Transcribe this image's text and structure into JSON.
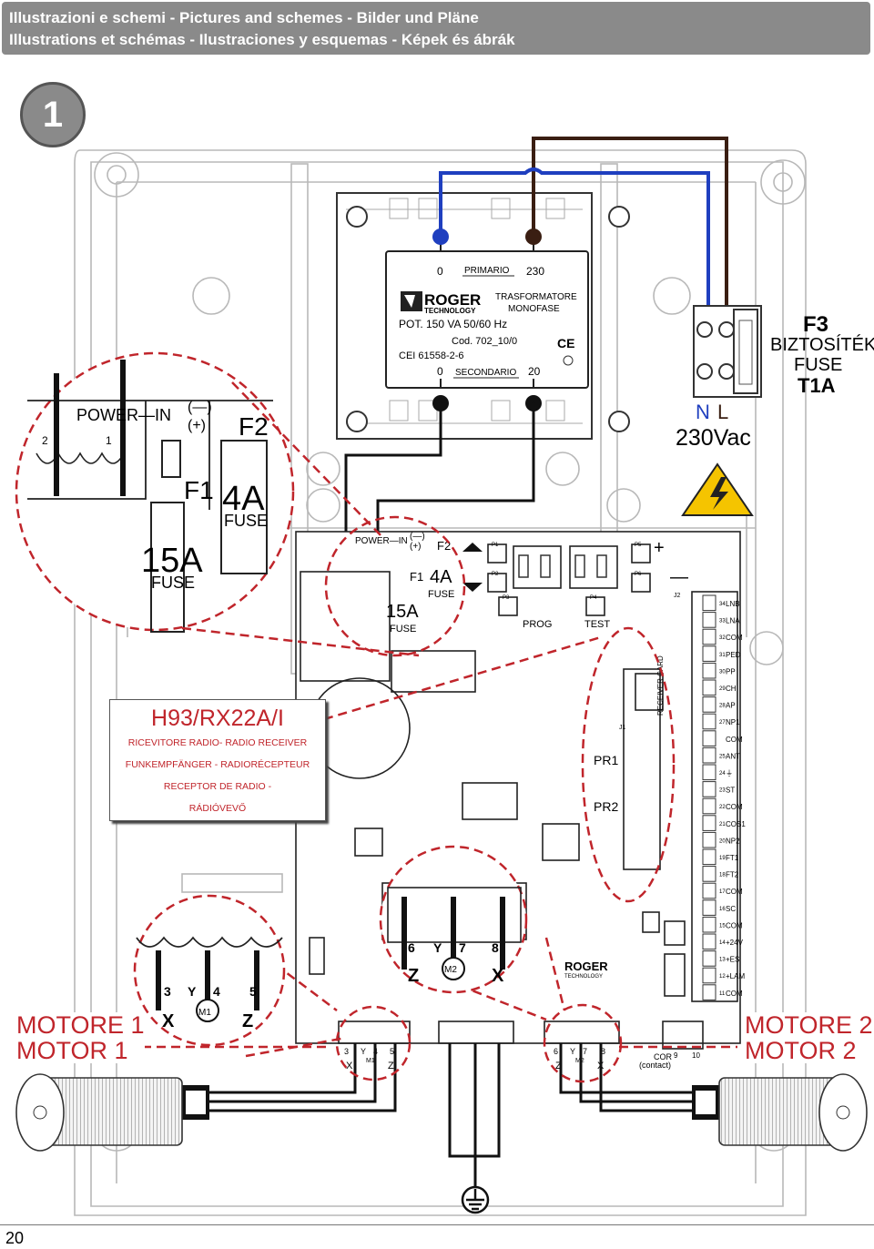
{
  "header": {
    "line1": "Illustrazioni e schemi -  Pictures and schemes - Bilder und Pläne",
    "line2": "Illustrations et schémas - Ilustraciones y esquemas - Képek és ábrák"
  },
  "step_number": "1",
  "transformer": {
    "primary_left": "0",
    "primary_label": "PRIMARIO",
    "primary_right": "230",
    "brand": "ROGER",
    "brand_sub": "TECHNOLOGY",
    "type_line1": "TRASFORMATORE",
    "type_line2": "MONOFASE",
    "power": "POT. 150 VA 50/60 Hz",
    "code": "Cod. 702_10/0",
    "standard": "CEI 61558-2-6",
    "ce": "CE",
    "secondary_left": "0",
    "secondary_label": "SECONDARIO",
    "secondary_right": "20"
  },
  "fuse3": {
    "name": "F3",
    "line1": "BIZTOSÍTÉK",
    "line2": "FUSE",
    "rating": "T1A"
  },
  "mains": {
    "n": "N",
    "l": "L",
    "voltage": "230Vac"
  },
  "zoom_power": {
    "title": "POWER—IN",
    "minus": "(—)",
    "plus": "(+)",
    "pin2": "2",
    "pin1": "1",
    "f2": "F2",
    "f1": "F1",
    "f2_rating": "4A",
    "fuse_word": "FUSE",
    "f1_rating": "15A"
  },
  "board": {
    "power_in": "POWER—IN",
    "minus": "(—)",
    "plus": "(+)",
    "f2": "F2",
    "f1": "F1",
    "f2_rating": "4A",
    "f1_rating": "15A",
    "fuse_word": "FUSE",
    "p1": "P1",
    "p2": "P2",
    "p3": "P3",
    "p4": "P4",
    "p5": "P5",
    "p6": "P6",
    "prog": "PROG",
    "test": "TEST",
    "j2": "J2",
    "j1": "J1",
    "receiver_card": "RECEIVER CARD",
    "pr1": "PR1",
    "pr2": "PR2",
    "brand": "ROGER",
    "brand_sub": "TECHNOLOGY",
    "plus_sign": "+",
    "minus_sign": "—",
    "cor": "COR",
    "contact": "(contact)",
    "t9": "9",
    "t10": "10",
    "m1_pins": [
      "3",
      "Y",
      "4",
      "5"
    ],
    "m1_code": "M1",
    "m1_x": "X",
    "m1_z": "Z",
    "m2_pins": [
      "6",
      "Y",
      "7",
      "8"
    ],
    "m2_code": "M2",
    "m2_z": "Z",
    "m2_x": "X"
  },
  "terminals": [
    {
      "num": "34",
      "label": "LNB"
    },
    {
      "num": "33",
      "label": "LNA"
    },
    {
      "num": "32",
      "label": "COM"
    },
    {
      "num": "31",
      "label": "PED"
    },
    {
      "num": "30",
      "label": "PP"
    },
    {
      "num": "29",
      "label": "CH"
    },
    {
      "num": "28",
      "label": "AP"
    },
    {
      "num": "27",
      "label": "NP1"
    },
    {
      "num": "",
      "label": "COM"
    },
    {
      "num": "25",
      "label": "ANT"
    },
    {
      "num": "24",
      "label": "⏚"
    },
    {
      "num": "23",
      "label": "ST"
    },
    {
      "num": "22",
      "label": "COM"
    },
    {
      "num": "21",
      "label": "COS1"
    },
    {
      "num": "20",
      "label": "NP2"
    },
    {
      "num": "19",
      "label": "FT1"
    },
    {
      "num": "18",
      "label": "FT2"
    },
    {
      "num": "17",
      "label": "COM"
    },
    {
      "num": "16",
      "label": "SC"
    },
    {
      "num": "15",
      "label": "COM"
    },
    {
      "num": "14",
      "label": "+24V"
    },
    {
      "num": "13",
      "label": "+ES"
    },
    {
      "num": "12",
      "label": "+LAM"
    },
    {
      "num": "11",
      "label": "COM"
    }
  ],
  "receiver": {
    "title": "H93/RX22A/I",
    "line1": "RICEVITORE RADIO- RADIO RECEIVER",
    "line2": "FUNKEMPFÄNGER - RADIORÉCEPTEUR",
    "line3": "RECEPTOR DE RADIO -",
    "line4": "RÁDIÓVEVŐ"
  },
  "zoom_m1": {
    "pin3": "3",
    "y": "Y",
    "pin4": "4",
    "pin5": "5",
    "x": "X",
    "m": "M1",
    "z": "Z"
  },
  "zoom_m2": {
    "pin6": "6",
    "y": "Y",
    "pin7": "7",
    "pin8": "8",
    "z": "Z",
    "m": "M2",
    "x": "X"
  },
  "motor1": {
    "line1": "MOTORE 1",
    "line2": "MOTOR 1"
  },
  "motor2": {
    "line1": "MOTORE 2",
    "line2": "MOTOR 2"
  },
  "page_number": "20",
  "colors": {
    "callout": "#c0252b",
    "wire_blue": "#1f3fbf",
    "wire_brown": "#3a1e12",
    "header": "#8a8a8a",
    "warning": "#f5c400"
  }
}
